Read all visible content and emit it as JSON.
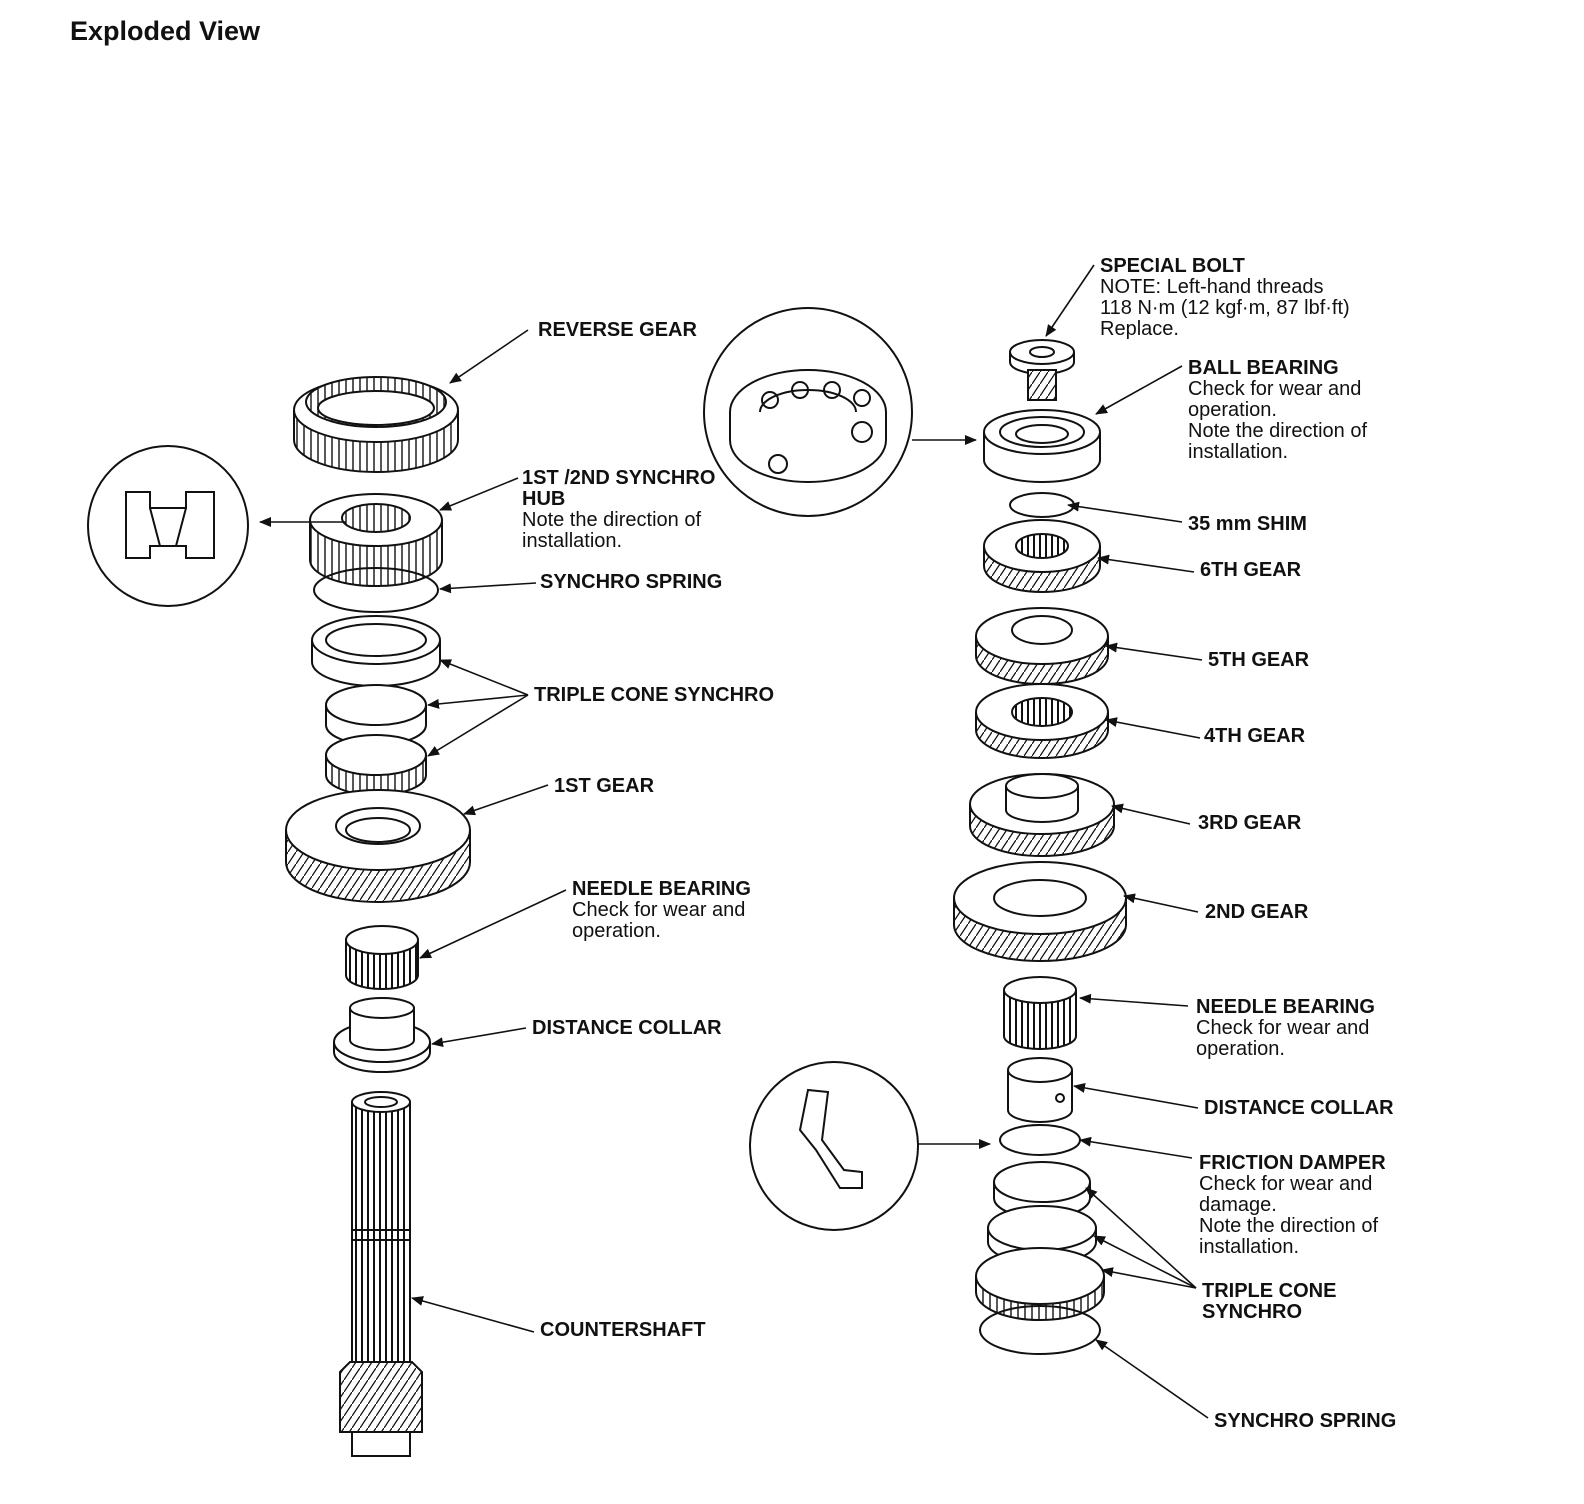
{
  "title": "Exploded View",
  "left_assembly": {
    "reverse_gear": {
      "name": "REVERSE GEAR"
    },
    "synchro_hub": {
      "name": "1ST /2ND SYNCHRO HUB",
      "note": "Note the direction of installation."
    },
    "synchro_spring": {
      "name": "SYNCHRO SPRING"
    },
    "triple_cone": {
      "name": "TRIPLE CONE SYNCHRO"
    },
    "first_gear": {
      "name": "1ST GEAR"
    },
    "needle_bearing": {
      "name": "NEEDLE BEARING",
      "note": "Check for wear and operation."
    },
    "distance_collar": {
      "name": "DISTANCE COLLAR"
    },
    "countershaft": {
      "name": "COUNTERSHAFT"
    }
  },
  "right_assembly": {
    "special_bolt": {
      "name": "SPECIAL BOLT",
      "note": "NOTE: Left-hand threads",
      "torque": "118 N·m (12 kgf·m, 87 lbf·ft)",
      "action": "Replace."
    },
    "ball_bearing": {
      "name": "BALL BEARING",
      "note": "Check for wear and operation.",
      "note2": "Note the direction of installation."
    },
    "shim": {
      "name": "35 mm SHIM"
    },
    "sixth_gear": {
      "name": "6TH GEAR"
    },
    "fifth_gear": {
      "name": "5TH GEAR"
    },
    "fourth_gear": {
      "name": "4TH GEAR"
    },
    "third_gear": {
      "name": "3RD GEAR"
    },
    "second_gear": {
      "name": "2ND GEAR"
    },
    "needle_bearing": {
      "name": "NEEDLE BEARING",
      "note": "Check for wear and operation."
    },
    "distance_collar": {
      "name": "DISTANCE COLLAR"
    },
    "friction_damper": {
      "name": "FRICTION DAMPER",
      "note": "Check for wear and damage.",
      "note2": "Note the direction of installation."
    },
    "triple_cone": {
      "name": "TRIPLE CONE SYNCHRO"
    },
    "synchro_spring": {
      "name": "SYNCHRO SPRING"
    }
  }
}
